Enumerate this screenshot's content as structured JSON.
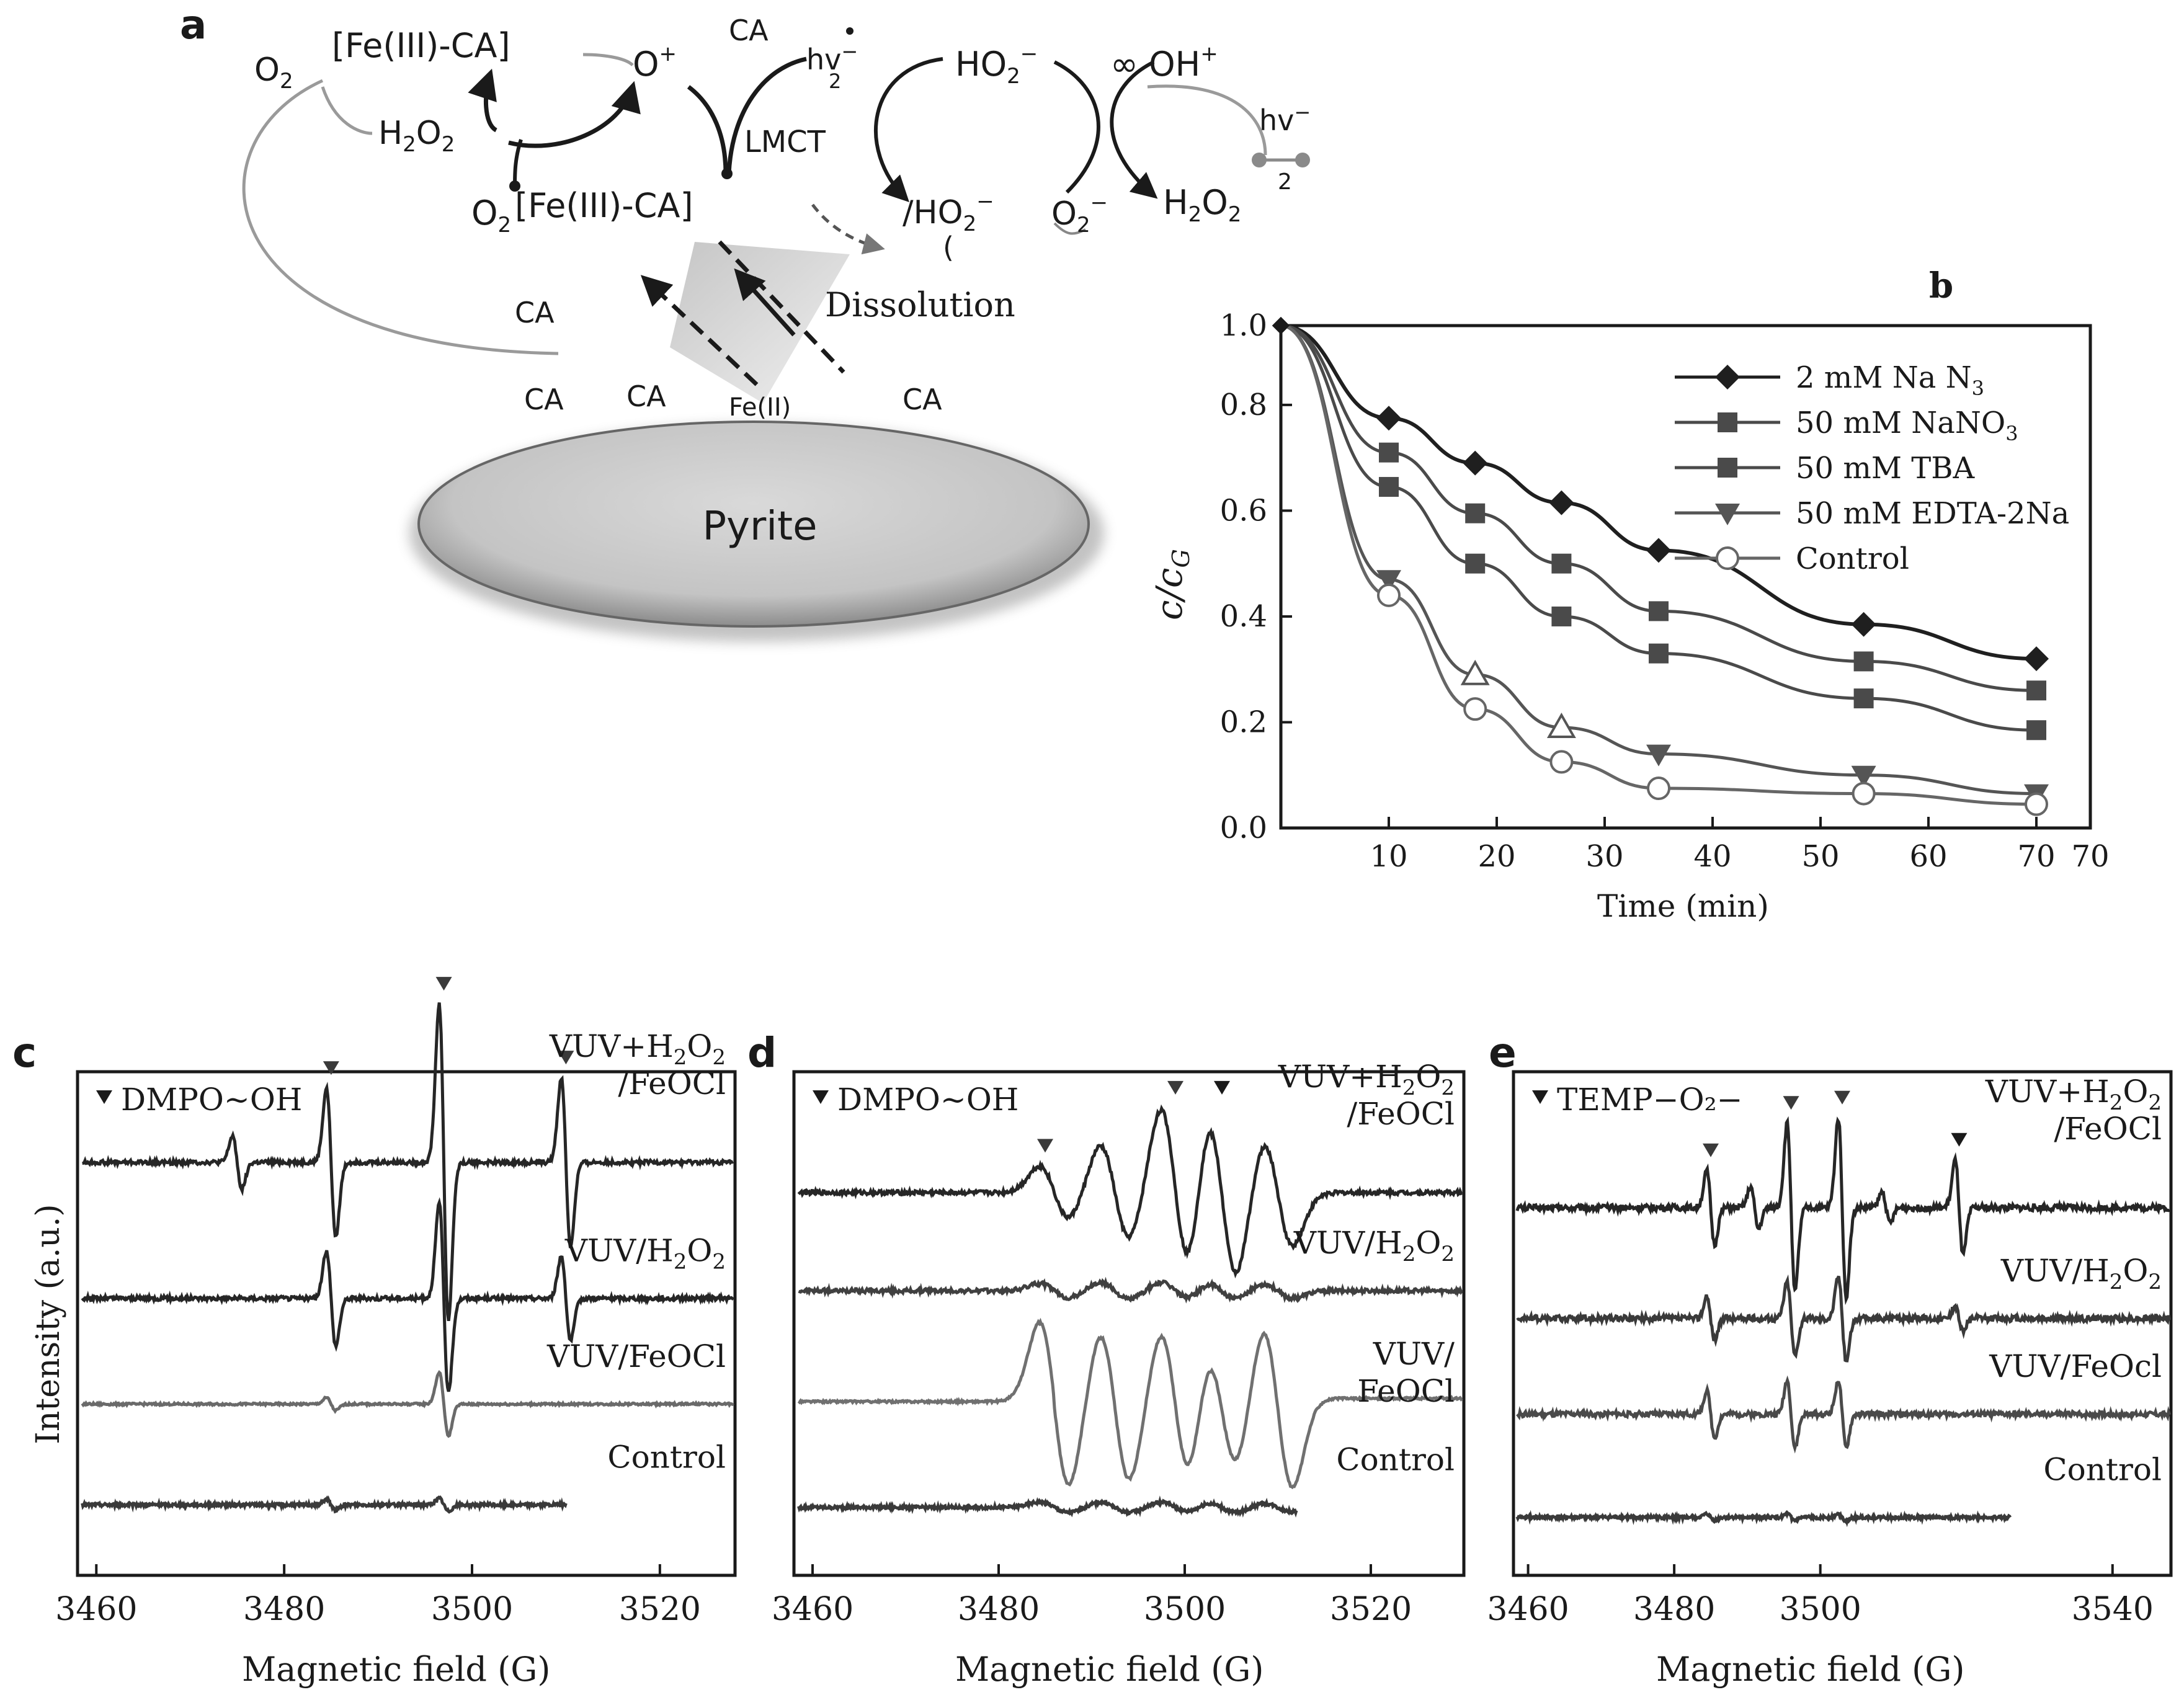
{
  "panel_a": {
    "panel_label": "a",
    "fe_ca_top": "[Fe(III)-CA]",
    "o2_left": "O",
    "o_radical": "O",
    "o_radical_sup": "+",
    "ca_top": "CA",
    "hv_left": "hv",
    "hv_left_sup": "−",
    "hv_left_sub": "2",
    "h2o2_left_h": "H",
    "h2o2_left_mid": "O",
    "sub2": "2",
    "lmct": "LMCT",
    "o2_bottom": "O",
    "fe_ca_bottom": "[Fe(III)-CA]",
    "ho2_top": "HO",
    "ho2_top_sup": "−",
    "oh_plus": "∞ OH",
    "oh_plus_sup": "+",
    "hv_right": "hv",
    "hv_right_sup": "−",
    "hv_right_sub": "2",
    "ho2_bottom": "/HO",
    "ho2_bottom_sup": "−",
    "o2_minus": "O",
    "o2_minus_sup": "−",
    "h2o2_right_h": "H",
    "h2o2_right_o": "O",
    "bracket": "(",
    "dissolution": "Dissolution",
    "ca_left": "CA",
    "ca_surface_1": "CA",
    "ca_surface_2": "CA",
    "fe2": "Fe(II)",
    "ca_surface_3": "CA",
    "pyrite": "Pyrite"
  },
  "chart_data": [
    {
      "id": "b",
      "panel_label": "b",
      "type": "line",
      "xlabel": "Time (min)",
      "ylabel_c": "c",
      "ylabel_sep": "/",
      "ylabel_c0": "c",
      "ylabel_sub": "G",
      "xlim": [
        0,
        75
      ],
      "ylim": [
        0,
        0.95
      ],
      "xticks": [
        10,
        20,
        30,
        40,
        50,
        60,
        70
      ],
      "xtick_labels": [
        "10",
        "20",
        "30",
        "40",
        "50",
        "60",
        "70",
        "70"
      ],
      "yticks": [
        0.0,
        0.2,
        0.4,
        0.6,
        0.8,
        1.0
      ],
      "ytick_labels": [
        "0.0",
        "0.2",
        "0.4",
        "0.6",
        "0.8",
        "1.0"
      ],
      "legend_position": "top-right",
      "series": [
        {
          "name": "2 mM  Na N",
          "name_sub": "3",
          "marker": "diamond",
          "color": "#1f1f1f",
          "x": [
            0,
            10,
            18,
            26,
            35,
            54,
            70
          ],
          "y": [
            0.95,
            0.775,
            0.69,
            0.615,
            0.525,
            0.385,
            0.32
          ]
        },
        {
          "name": "50 mM NaNO",
          "name_sub": "3",
          "marker": "square",
          "color": "#4a4a4a",
          "x": [
            0,
            10,
            18,
            26,
            35,
            54,
            70
          ],
          "y": [
            0.95,
            0.71,
            0.595,
            0.5,
            0.41,
            0.315,
            0.26
          ]
        },
        {
          "name": "50 mM TBA",
          "name_sub": "",
          "marker": "square",
          "color": "#4a4a4a",
          "x": [
            0,
            10,
            18,
            26,
            35,
            54,
            70
          ],
          "y": [
            0.95,
            0.645,
            0.5,
            0.4,
            0.33,
            0.245,
            0.185
          ]
        },
        {
          "name": "50 mM EDTA-2Na",
          "name_sub": "",
          "marker": "triangle-down",
          "color": "#555555",
          "x": [
            0,
            10,
            18,
            26,
            35,
            54,
            70
          ],
          "y": [
            0.95,
            0.47,
            0.29,
            0.19,
            0.14,
            0.1,
            0.065
          ]
        },
        {
          "name": "Control",
          "name_sub": "",
          "marker": "circle-open",
          "color": "#666666",
          "x": [
            0,
            10,
            18,
            26,
            35,
            54,
            70
          ],
          "y": [
            0.95,
            0.44,
            0.225,
            0.125,
            0.075,
            0.065,
            0.045
          ]
        }
      ]
    },
    {
      "id": "c",
      "panel_label": "c",
      "type": "line",
      "xlabel": "Magnetic field (G)",
      "ylabel": "Intensity (a.u.)",
      "xlim": [
        3458,
        3528
      ],
      "xticks": [
        3460,
        3480,
        3500,
        3520
      ],
      "xtick_labels": [
        "3460",
        "3480",
        "3500",
        "3520"
      ],
      "legend": "DMPO~OH",
      "marker_positions": [
        3485,
        3497,
        3510
      ],
      "spectra": [
        {
          "label": "VUV+H",
          "label_sub1": "2",
          "label_mid": "O",
          "label_sub2": "2",
          "label_line2": "/FeOCl",
          "base": 0.18,
          "amp": 1.0,
          "lines": [
            [
              3475,
              0.25
            ],
            [
              3485,
              0.7
            ],
            [
              3497,
              1.5
            ],
            [
              3510,
              0.8
            ]
          ],
          "width": 0.5,
          "noise": 0.02,
          "color": "#262626"
        },
        {
          "label": "VUV/H",
          "label_sub1": "2",
          "label_mid": "O",
          "label_sub2": "2",
          "label_line2": "",
          "base": 0.45,
          "amp": 1.0,
          "lines": [
            [
              3485,
              0.45
            ],
            [
              3497,
              0.9
            ],
            [
              3510,
              0.4
            ]
          ],
          "width": 0.5,
          "noise": 0.02,
          "color": "#262626"
        },
        {
          "label": "VUV/FeOCl",
          "label_sub1": "",
          "label_mid": "",
          "label_sub2": "",
          "label_line2": "",
          "base": 0.66,
          "amp": 1.0,
          "lines": [
            [
              3485,
              0.06
            ],
            [
              3497,
              0.3
            ]
          ],
          "width": 0.5,
          "noise": 0.01,
          "color": "#6a6a6a"
        },
        {
          "label": "Control",
          "label_sub1": "",
          "label_mid": "",
          "label_sub2": "",
          "label_line2": "",
          "base": 0.86,
          "amp": 1.0,
          "lines": [
            [
              3485,
              0.05
            ],
            [
              3497,
              0.06
            ]
          ],
          "width": 0.5,
          "noise": 0.015,
          "color": "#3a3a3a",
          "x_end": 3510
        }
      ]
    },
    {
      "id": "d",
      "panel_label": "d",
      "type": "line",
      "xlabel": "Magnetic field (G)",
      "xlim": [
        3458,
        3530
      ],
      "xticks": [
        3460,
        3480,
        3500,
        3520
      ],
      "xtick_labels": [
        "3460",
        "3480",
        "3500",
        "3520"
      ],
      "legend": "DMPO~OH",
      "marker_positions": [
        3485,
        3499,
        3504
      ],
      "spectra": [
        {
          "label": "VUV+H",
          "label_sub1": "2",
          "label_mid": "O",
          "label_sub2": "2",
          "label_line2": "/FeOCl",
          "base": 0.24,
          "amp": 1.0,
          "lines": [
            [
              3486,
              0.25
            ],
            [
              3492.5,
              0.45
            ],
            [
              3499,
              0.8
            ],
            [
              3504,
              0.8
            ],
            [
              3510,
              0.5
            ]
          ],
          "width": 1.6,
          "noise": 0.02,
          "color": "#262626"
        },
        {
          "label": "VUV/H",
          "label_sub1": "2",
          "label_mid": "O",
          "label_sub2": "2",
          "label_line2": "",
          "base": 0.435,
          "amp": 1.0,
          "lines": [
            [
              3486,
              0.07
            ],
            [
              3492.5,
              0.08
            ],
            [
              3499,
              0.08
            ],
            [
              3504,
              0.08
            ],
            [
              3510,
              0.07
            ]
          ],
          "width": 1.6,
          "noise": 0.02,
          "color": "#404040"
        },
        {
          "label": "VUV/",
          "label_sub1": "",
          "label_mid": "",
          "label_sub2": "",
          "label_line2": "FeOCl",
          "base": 0.655,
          "amp": 1.0,
          "lines": [
            [
              3486,
              0.75
            ],
            [
              3492.5,
              0.7
            ],
            [
              3499,
              0.7
            ],
            [
              3504,
              0.55
            ],
            [
              3510,
              0.75
            ]
          ],
          "width": 1.6,
          "noise": 0.01,
          "color": "#707070",
          "step": [
            3486,
            -0.06,
            3512,
            0.09
          ]
        },
        {
          "label": "Control",
          "label_sub1": "",
          "label_mid": "",
          "label_sub2": "",
          "label_line2": "",
          "base": 0.865,
          "amp": 1.0,
          "lines": [
            [
              3486,
              0.05
            ],
            [
              3492.5,
              0.05
            ],
            [
              3499,
              0.05
            ],
            [
              3504,
              0.05
            ],
            [
              3510,
              0.04
            ]
          ],
          "width": 1.6,
          "noise": 0.015,
          "color": "#3a3a3a",
          "x_end": 3512
        }
      ]
    },
    {
      "id": "e",
      "panel_label": "e",
      "type": "line",
      "xlabel": "Magnetic field (G)",
      "xlim": [
        3458,
        3548
      ],
      "xticks": [
        3460,
        3480,
        3500,
        3540
      ],
      "xtick_labels": [
        "3460",
        "3480",
        "3500",
        "3540"
      ],
      "xtick_positions": [
        3460,
        3480,
        3500,
        3540
      ],
      "legend": "TEMP−O₂−",
      "marker_positions": [
        3485,
        3496,
        3503,
        3519
      ],
      "spectra": [
        {
          "label": "VUV+H",
          "label_sub1": "2",
          "label_mid": "O",
          "label_sub2": "2",
          "label_line2": "/FeOCl",
          "base": 0.27,
          "amp": 1.0,
          "lines": [
            [
              3485,
              0.35
            ],
            [
              3491,
              0.2
            ],
            [
              3496,
              0.8
            ],
            [
              3503,
              0.85
            ],
            [
              3509,
              0.15
            ],
            [
              3519,
              0.45
            ]
          ],
          "width": 0.55,
          "noise": 0.03,
          "color": "#262626"
        },
        {
          "label": "VUV/H",
          "label_sub1": "2",
          "label_mid": "O",
          "label_sub2": "2",
          "label_line2": "",
          "base": 0.49,
          "amp": 1.0,
          "lines": [
            [
              3485,
              0.2
            ],
            [
              3496,
              0.35
            ],
            [
              3503,
              0.4
            ],
            [
              3519,
              0.12
            ]
          ],
          "width": 0.55,
          "noise": 0.03,
          "color": "#3a3a3a"
        },
        {
          "label": "VUV/FeOcl",
          "label_sub1": "",
          "label_mid": "",
          "label_sub2": "",
          "label_line2": "",
          "base": 0.68,
          "amp": 1.0,
          "lines": [
            [
              3485,
              0.22
            ],
            [
              3496,
              0.32
            ],
            [
              3503,
              0.32
            ]
          ],
          "width": 0.55,
          "noise": 0.025,
          "color": "#4a4a4a"
        },
        {
          "label": "Control",
          "label_sub1": "",
          "label_mid": "",
          "label_sub2": "",
          "label_line2": "",
          "base": 0.885,
          "amp": 1.0,
          "lines": [
            [
              3485,
              0.03
            ],
            [
              3496,
              0.03
            ],
            [
              3503,
              0.03
            ]
          ],
          "width": 0.55,
          "noise": 0.015,
          "color": "#3a3a3a",
          "x_end": 3526
        }
      ]
    }
  ]
}
